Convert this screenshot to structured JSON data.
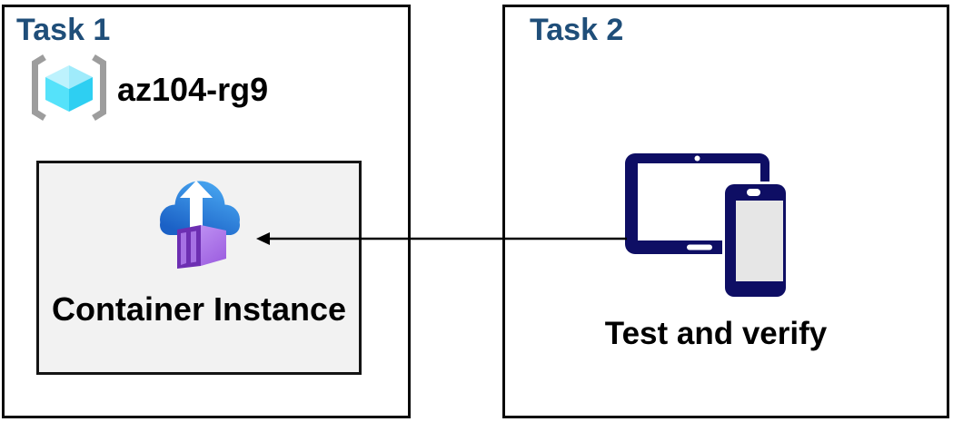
{
  "task1": {
    "title": "Task 1",
    "resource_group": {
      "name": "az104-rg9",
      "icon": "resource-group-icon"
    },
    "container_instance": {
      "label": "Container Instance",
      "icon": "container-instance-icon"
    }
  },
  "task2": {
    "title": "Task 2",
    "device_label": "Test and verify",
    "icon": "tablet-and-phone-icon"
  },
  "connector": {
    "style": "arrow",
    "from": "task2-devices",
    "to": "container-instance-icon"
  },
  "colors": {
    "title_blue": "#1F4E79",
    "box_border": "#0a0a0a",
    "container_box_fill": "#f2f2f2",
    "text_black": "#000000",
    "device_navy": "#0e0e64",
    "device_phone_screen": "#e6e6e6",
    "cloud_blue_light": "#47a5f0",
    "cloud_blue_dark": "#1b61c6",
    "container_purple_frame": "#6d2fb2",
    "container_purple_panel": "#a671e4",
    "container_purple_side": "#b180ef",
    "rg_bracket_gray": "#9d9d9d",
    "rg_cube_top_left": "#bdf2fd",
    "rg_cube_top_right": "#9febfb",
    "rg_cube_left": "#55e2fa",
    "rg_cube_right": "#2ecff2",
    "arrow_black": "#000000"
  }
}
